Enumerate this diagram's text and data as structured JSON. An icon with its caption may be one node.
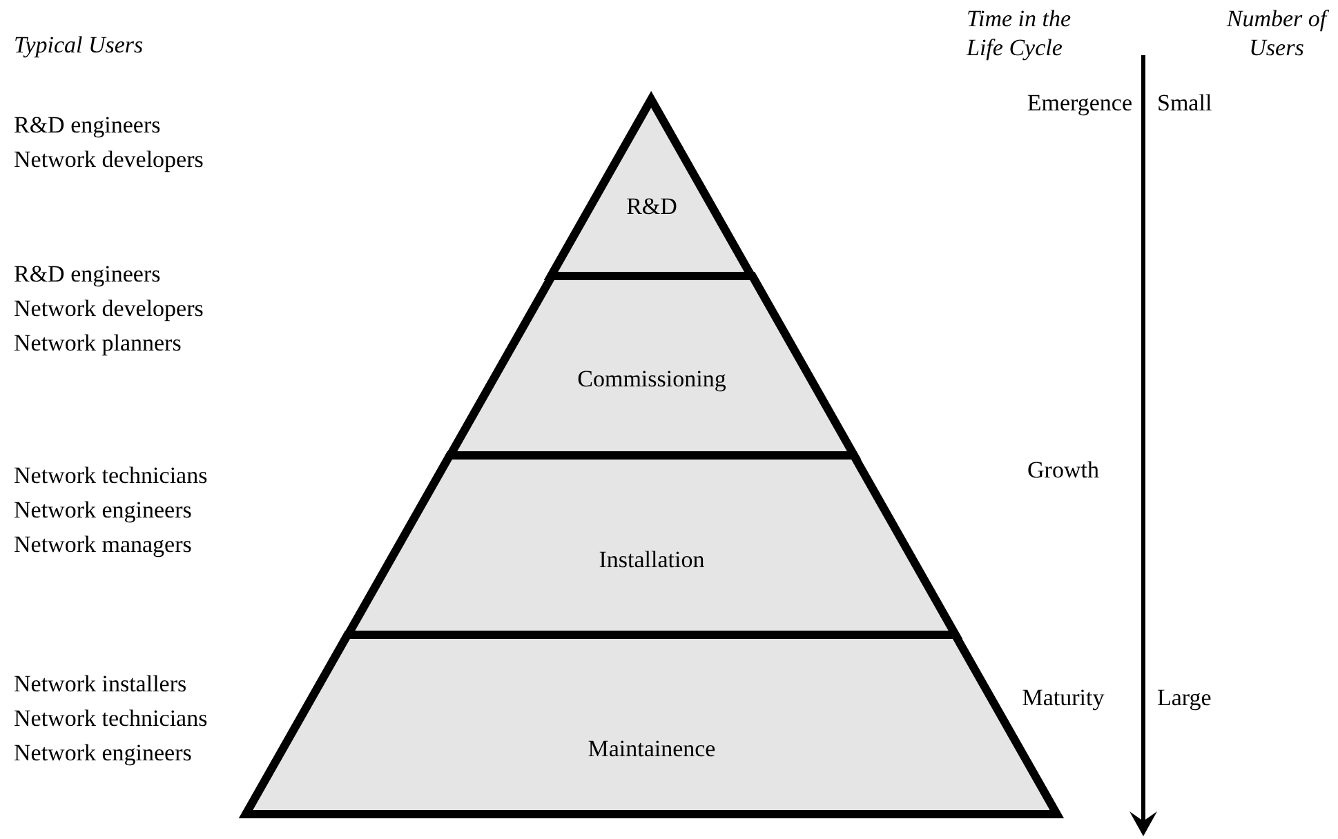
{
  "diagram": {
    "nodes": [
      {
        "text": [
          "R&D"
        ],
        "beside": [
          "R&D engineers",
          "Network developers"
        ]
      },
      {
        "text": [
          "Commissioning"
        ],
        "beside": [
          "R&D engineers",
          "Network developers",
          "Network planners"
        ]
      },
      {
        "text": [
          "Installation"
        ],
        "beside": [
          "Network technicians",
          "Network engineers",
          "Network managers"
        ]
      },
      {
        "text": [
          "Maintainence"
        ],
        "beside": [
          "Network installers",
          "Network technicians",
          "Network engineers"
        ]
      }
    ],
    "labels": [
      "Typical Users",
      "Time in the Life Cycle",
      "Number of Users",
      "Emergence",
      "Small",
      "Growth",
      "Maturity",
      "Large"
    ]
  }
}
